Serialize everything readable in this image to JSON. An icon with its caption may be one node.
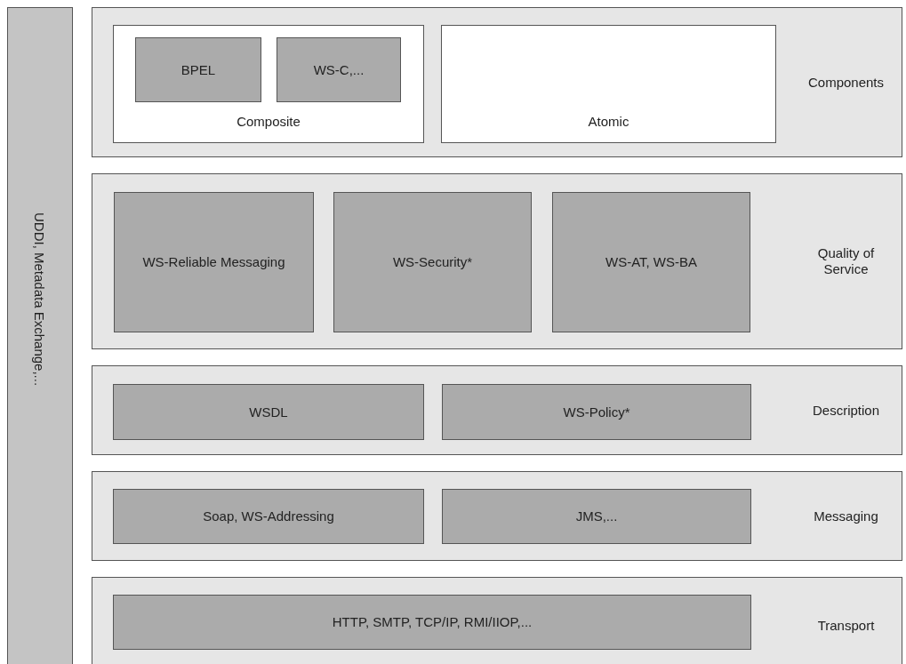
{
  "diagram": {
    "nodes": [
      {
        "text": [
          "UDDI, Metadata Exchange,..."
        ]
      },
      {
        "text": [
          "Components"
        ]
      },
      {
        "text": [
          "Composite"
        ],
        "in": 1
      },
      {
        "text": [
          "BPEL"
        ],
        "in": 2
      },
      {
        "text": [
          "WS-C,..."
        ],
        "in": 2
      },
      {
        "text": [
          "Atomic"
        ],
        "in": 1
      },
      {
        "text": [
          "Quality of Service"
        ]
      },
      {
        "text": [
          "WS-Reliable Messaging"
        ],
        "in": 6
      },
      {
        "text": [
          "WS-Security*"
        ],
        "in": 6
      },
      {
        "text": [
          "WS-AT, WS-BA"
        ],
        "in": 6
      },
      {
        "text": [
          "Description"
        ]
      },
      {
        "text": [
          "WSDL"
        ],
        "in": 10
      },
      {
        "text": [
          "WS-Policy*"
        ],
        "in": 10
      },
      {
        "text": [
          "Messaging"
        ]
      },
      {
        "text": [
          "Soap, WS-Addressing"
        ],
        "in": 13
      },
      {
        "text": [
          "JMS,..."
        ],
        "in": 13
      },
      {
        "text": [
          "Transport"
        ]
      },
      {
        "text": [
          "HTTP, SMTP, TCP/IP, RMI/IIOP,..."
        ],
        "in": 16
      }
    ]
  }
}
